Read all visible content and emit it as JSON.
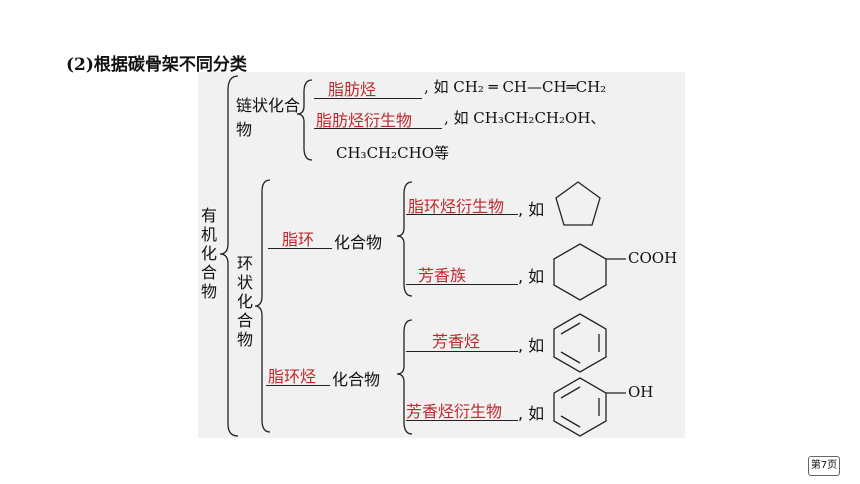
{
  "heading": "(2)根据碳骨架不同分类",
  "root_label": "有机化合物",
  "chain": {
    "label": "链状化合物",
    "item1_answer": "脂肪烃",
    "item1_example": ", 如 CH₂ ═ CH—CH═CH₂",
    "item2_answer": "脂肪烃衍生物",
    "item2_example": ", 如 CH₃CH₂CH₂OH、",
    "item2_example_cont": "CH₃CH₂CHO等"
  },
  "cyclic": {
    "label": "环状化合物",
    "alicyclic": {
      "answer": "脂环",
      "suffix": "化合物",
      "sub1_answer": "脂环烃衍生物",
      "sub1_example": ", 如",
      "sub2_answer": "芳香族",
      "sub2_example": ", 如",
      "sub2_group": "COOH"
    },
    "aromatic": {
      "answer": "脂环烃",
      "suffix": "化合物",
      "sub1_answer": "芳香烃",
      "sub1_example": ", 如",
      "sub2_answer": "芳香烃衍生物",
      "sub2_example": ", 如",
      "sub2_group": "OH"
    }
  },
  "page_number": "第7页"
}
